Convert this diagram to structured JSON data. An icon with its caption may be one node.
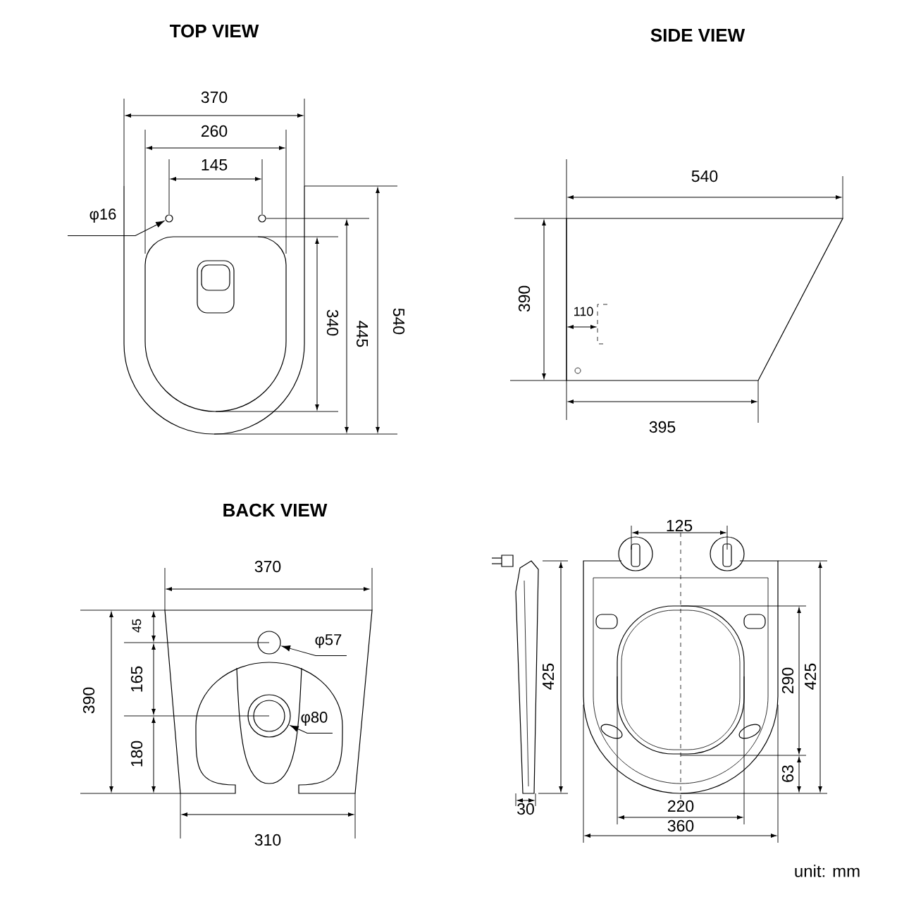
{
  "diagram": {
    "nodes": [
      {
        "text": [
          "φ16"
        ]
      },
      {
        "text": [],
        "shape": "circle"
      },
      {
        "text": [
          "φ57"
        ]
      },
      {
        "text": [],
        "shape": "circle"
      },
      {
        "text": [
          "φ80"
        ]
      },
      {
        "text": [],
        "shape": "circle"
      }
    ],
    "edges": [
      {
        "from": 0,
        "to": 1,
        "arrow": "to"
      },
      {
        "from": 2,
        "to": 3,
        "arrow": "to"
      },
      {
        "from": 4,
        "to": 5,
        "arrow": "to"
      }
    ],
    "labels": [
      "TOP VIEW",
      "370",
      "260",
      "145",
      "340",
      "445",
      "540",
      "SIDE VIEW",
      "540",
      "390",
      "110",
      "395",
      "BACK VIEW",
      "370",
      "45",
      "390",
      "165",
      "180",
      "310",
      "125",
      "425",
      "290",
      "425",
      "63",
      "30",
      "220",
      "360",
      "unit: mm"
    ]
  }
}
